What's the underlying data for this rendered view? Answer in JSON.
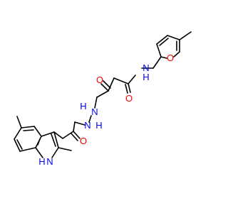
{
  "molecule": {
    "atom_labels": {
      "o_furan": "O",
      "nh_amide_n": "N",
      "nh_amide_h": "H",
      "o_amide_right": "O",
      "o_hydrazide_top": "O",
      "nh_hydrazide_1": "H",
      "nh_hydrazide_1_n": "N",
      "nh_hydrazide_2_n": "N",
      "nh_hydrazide_2": "H",
      "o_hydrazide_bottom": "O",
      "indole_h": "H",
      "indole_n": "N"
    },
    "colors": {
      "oxygen": "#ff0000",
      "nitrogen": "#0000ff",
      "carbon": "#000000"
    }
  }
}
